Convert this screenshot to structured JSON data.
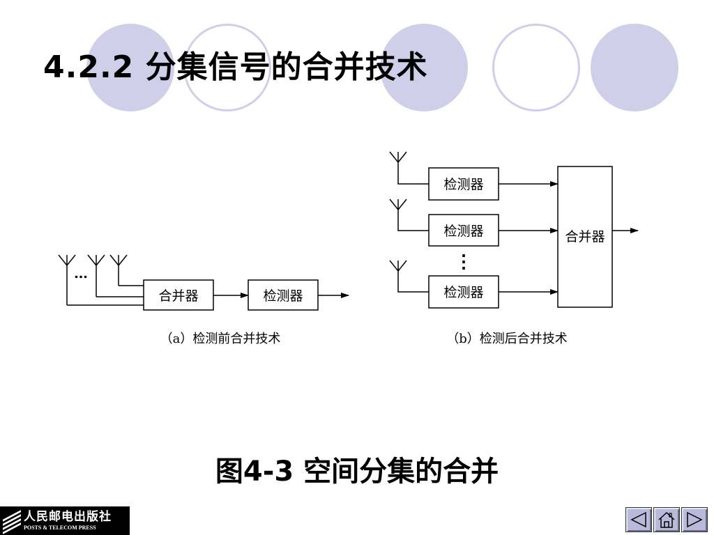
{
  "slide": {
    "title": "4.2.2  分集信号的合并技术",
    "caption": "图4-3  空间分集的合并"
  },
  "diagram_a": {
    "dots_label": "…",
    "combiner_label": "合并器",
    "detector_label": "检测器",
    "caption": "（a）检测前合并技术"
  },
  "diagram_b": {
    "detector_labels": [
      "检测器",
      "检测器",
      "检测器"
    ],
    "vertical_dots": "⋮",
    "combiner_label": "合并器",
    "caption": "（b）检测后合并技术"
  },
  "publisher": {
    "name_cn": "人民邮电出版社",
    "name_en": "POSTS & TELECOM PRESS"
  },
  "navigation": {
    "prev_icon": "triangle-left-icon",
    "home_icon": "home-icon",
    "next_icon": "triangle-right-icon"
  },
  "colors": {
    "decoration": "#cfcfea",
    "nav_button": "#b9b9d9"
  }
}
